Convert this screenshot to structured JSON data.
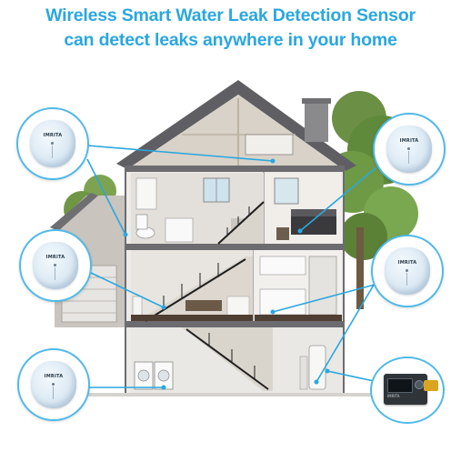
{
  "headline": {
    "line1": "Wireless Smart Water Leak Detection Sensor",
    "line2": "can detect leaks anywhere in your home"
  },
  "sensor": {
    "brand": "IMRITA"
  },
  "gateway": {
    "readout": "",
    "brand": "IMRITA"
  },
  "colors": {
    "accent": "#2aa7df",
    "callout_border": "#4fb9e8",
    "connector_line": "#2aa7df"
  },
  "icons": {
    "sensor": "water-leak-sensor-icon",
    "gateway": "shutoff-valve-controller-icon",
    "house": "cutaway-house-illustration"
  }
}
